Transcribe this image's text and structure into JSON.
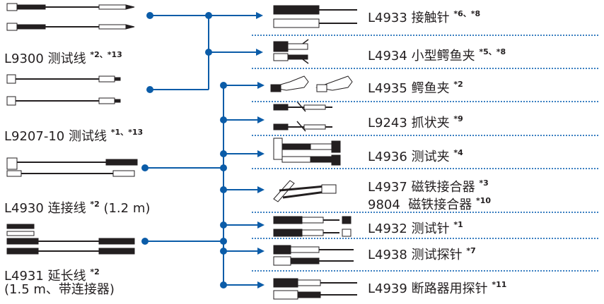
{
  "colors": {
    "line": "#0b5ca8",
    "separator": "#3a7fc1",
    "text": "#231f20",
    "cable": "#231f20"
  },
  "left_items": [
    {
      "model": "L9300",
      "name": "测试线",
      "notes": "*2、*13",
      "icon": "test-lead-pair-icon"
    },
    {
      "model": "L9207-10",
      "name": "测试线",
      "notes": "*1、*13",
      "icon": "test-lead-pair-icon"
    },
    {
      "model": "L4930",
      "name": "连接线",
      "notes": "*2",
      "extra": "(1.2 m)",
      "icon": "connection-cable-icon"
    },
    {
      "model": "L4931",
      "name": "延长线",
      "notes": "*2",
      "extra": "(1.5 m、带连接器)",
      "icon": "extension-cable-icon"
    }
  ],
  "right_items": [
    {
      "model": "L4933",
      "name": "接触针",
      "notes": "*6、*8",
      "icon": "contact-pin-icon"
    },
    {
      "model": "L4934",
      "name": "小型鳄鱼夹",
      "notes": "*5、*8",
      "icon": "small-alligator-clip-icon"
    },
    {
      "model": "L4935",
      "name": "鳄鱼夹",
      "notes": "*2",
      "icon": "alligator-clip-icon"
    },
    {
      "model": "L9243",
      "name": "抓状夹",
      "notes": "*9",
      "icon": "grabber-clip-icon"
    },
    {
      "model": "L4936",
      "name": "测试夹",
      "notes": "*4",
      "icon": "test-clip-icon"
    },
    {
      "model": "L4937",
      "name": "磁铁接合器",
      "notes": "*3",
      "model2": "9804",
      "name2": "磁铁接合器",
      "notes2": "*10",
      "icon": "magnetic-adapter-icon"
    },
    {
      "model": "L4932",
      "name": "测试针",
      "notes": "*1",
      "icon": "test-pin-icon"
    },
    {
      "model": "L4938",
      "name": "测试探针",
      "notes": "*7",
      "icon": "test-probe-icon"
    },
    {
      "model": "L4939",
      "name": "断路器用探针",
      "notes": "*11",
      "icon": "breaker-probe-icon"
    }
  ]
}
